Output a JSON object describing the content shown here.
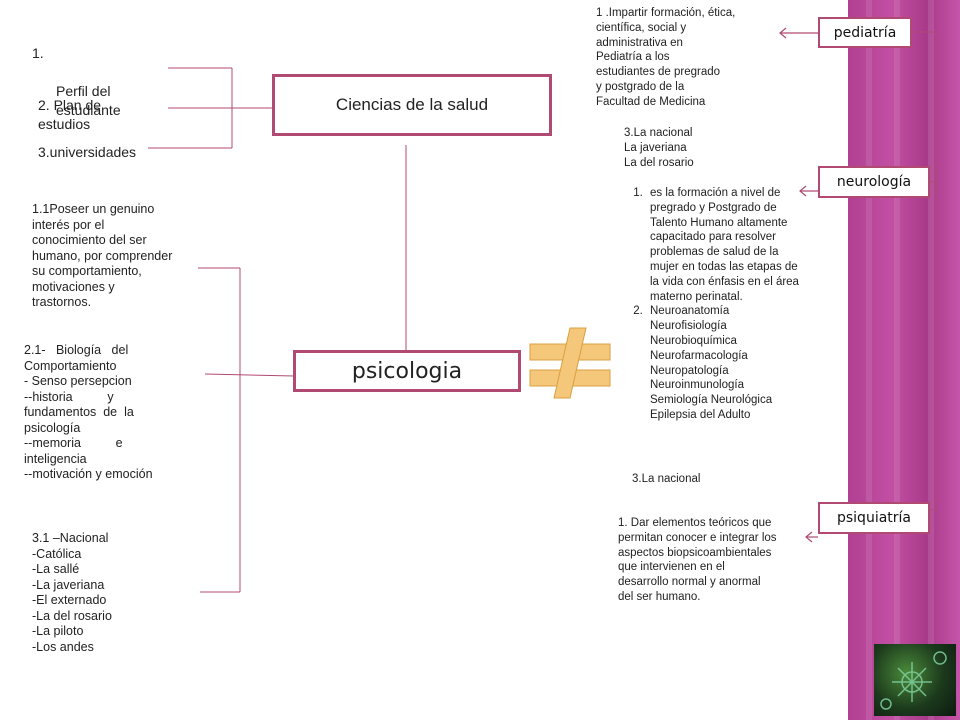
{
  "center": {
    "title": "Ciencias de la salud",
    "main": "psicologia"
  },
  "left_top": {
    "item1_num": "1.",
    "item1": "Perfil del\nestudiante",
    "item2": "2. Plan de\n  estudios",
    "item3": "3.universidades"
  },
  "left_blocks": {
    "perfil": "1.1Poseer un genuino\ninterés por el\nconocimiento del ser\nhumano, por comprender\nsu comportamiento,\nmotivaciones y\ntrastornos.",
    "plan_lines": [
      "2.1-   Biología   del",
      "Comportamiento",
      "- Senso persepcion",
      "--historia          y",
      "fundamentos  de  la",
      "psicología",
      "--memoria          e",
      "inteligencia",
      "--motivación y emoción"
    ],
    "universidades": "3.1 –Nacional\n-Católica\n-La sallé\n-La javeriana\n-El externado\n-La del rosario\n-La piloto\n-Los andes"
  },
  "right_tags": {
    "pediatria": "pediatría",
    "neurologia": "neurología",
    "psiquiatria": "psiquiatría"
  },
  "right_blocks": {
    "pediatria_objetivo": "1 .Impartir formación, ética,\n     científica, social y\n     administrativa en\n     Pediatría a los\n     estudiantes de pregrado\n     y postgrado de la\n     Facultad de Medicina",
    "pediatria_universidades": "3.La nacional\nLa javeriana\nLa del rosario",
    "neurologia_items": [
      "es la formación a nivel de pregrado y Postgrado de Talento Humano altamente capacitado para resolver problemas de salud de la mujer en todas las etapas de la vida con énfasis en el área materno perinatal.",
      " Neuroanatomía\nNeurofisiología\nNeurobioquímica\nNeurofarmacología\nNeuropatología\nNeuroinmunología\nSemiología Neurológica\nEpilepsia del Adulto"
    ],
    "neurologia_universidades": "3.La nacional",
    "psiquiatria_objetivo": "1. Dar elementos teóricos que\npermitan conocer e integrar los\naspectos biopsicoambientales\nque intervienen en el\ndesarrollo normal y anormal\ndel ser humano."
  },
  "colors": {
    "accent": "#b04a72",
    "sidebar": "#b13f92",
    "not_equal_symbol": "#f5c77a"
  }
}
